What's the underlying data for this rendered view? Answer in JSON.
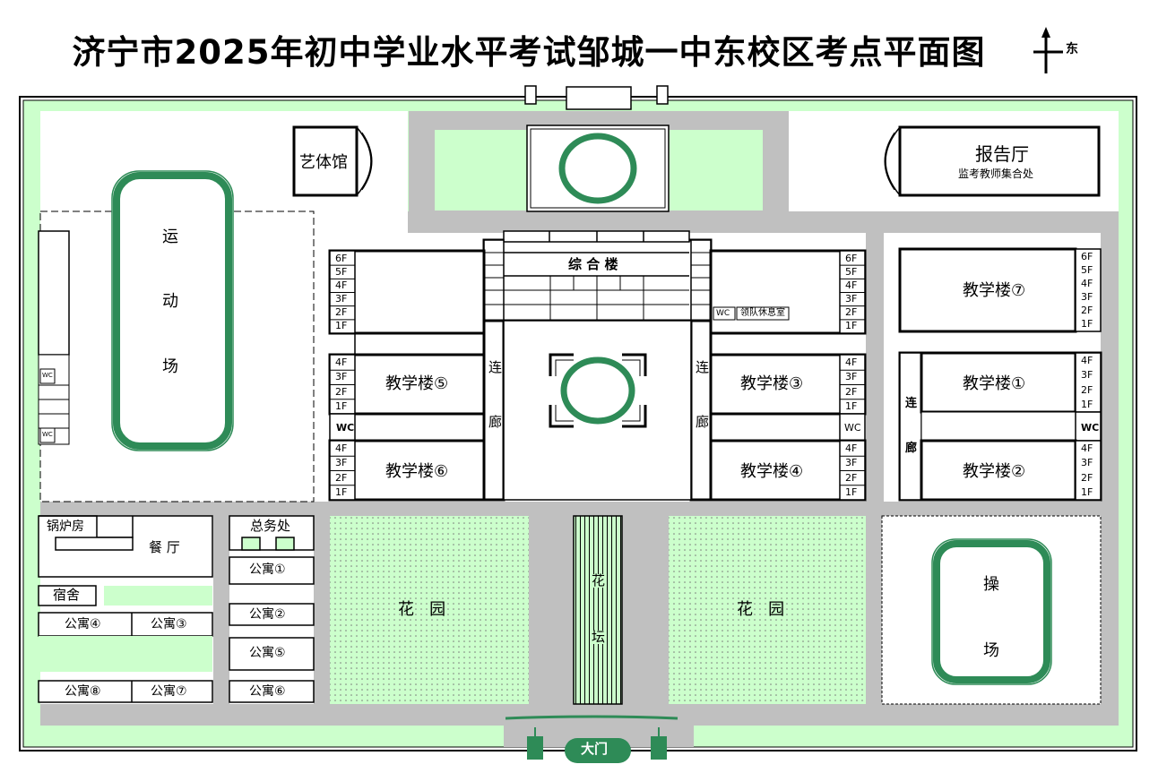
{
  "title": "济宁市2025年初中学业水平考试邹城一中东校区考点平面图",
  "compass": {
    "label": "东",
    "icon": "north-arrow-icon"
  },
  "colors": {
    "lawn": "#ccffcc",
    "road": "#c0c0c0",
    "track": "#2e8b57",
    "wall": "#000000"
  },
  "buildings": {
    "art_gym": "艺体馆",
    "report_hall": "报告厅",
    "report_hall_sub": "监考教师集合处",
    "complex": "综 合 楼",
    "complex_wc": "WC",
    "team_rest": "领队休息室",
    "sports_field": [
      "运",
      "动",
      "场"
    ],
    "tb5": "教学楼⑤",
    "tb6": "教学楼⑥",
    "tb3": "教学楼③",
    "tb4": "教学楼④",
    "tb7": "教学楼⑦",
    "tb1": "教学楼①",
    "tb2": "教学楼②",
    "corridor_left": [
      "连",
      "廊"
    ],
    "corridor_right": [
      "连",
      "廊"
    ],
    "corridor_east": [
      "连",
      "廊"
    ],
    "wc": "WC",
    "boiler": "锅炉房",
    "canteen": "餐  厅",
    "general_affairs": "总务处",
    "dorm": "宿舍",
    "apt1": "公寓①",
    "apt2": "公寓②",
    "apt3": "公寓③",
    "apt4": "公寓④",
    "apt5": "公寓⑤",
    "apt6": "公寓⑥",
    "apt7": "公寓⑦",
    "apt8": "公寓⑧",
    "garden_left": "花   园",
    "garden_right": "花   园",
    "flower_bed": [
      "花",
      "坛"
    ],
    "playground": [
      "操",
      "场"
    ],
    "gate": "大门"
  },
  "floors": {
    "six": [
      "6F",
      "5F",
      "4F",
      "3F",
      "2F",
      "1F"
    ],
    "four": [
      "4F",
      "3F",
      "2F",
      "1F"
    ],
    "five": [
      "6F",
      "5F",
      "4F",
      "3F",
      "2F",
      "1F"
    ]
  }
}
